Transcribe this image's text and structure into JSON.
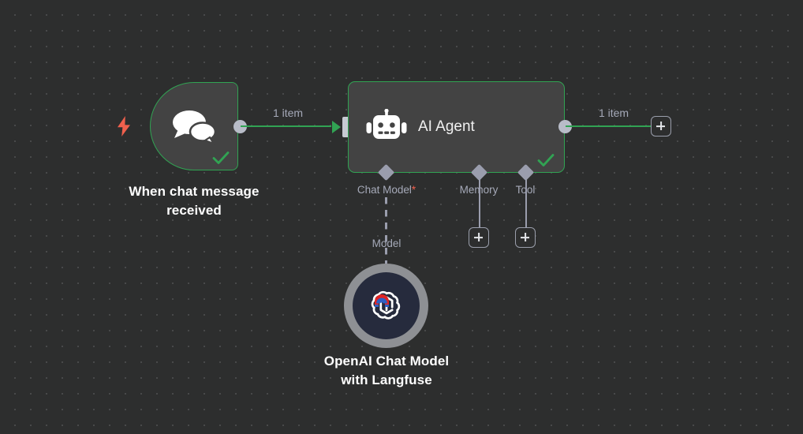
{
  "canvas": {
    "background_color": "#2d2e2e",
    "dot_color": "#48494a",
    "accent_success": "#31a353",
    "accent_trigger": "#f0604d",
    "connector_color": "#9a9dad",
    "label_color": "#a5a9b8"
  },
  "nodes": {
    "trigger": {
      "label": "When chat message\nreceived",
      "icon": "chat-bubbles-icon",
      "status_icon": "check-icon",
      "trigger_icon": "lightning-bolt-icon",
      "border_color": "#31a353"
    },
    "agent": {
      "title": "AI Agent",
      "icon": "robot-icon",
      "status_icon": "check-icon",
      "border_color": "#31a353"
    },
    "chat_model": {
      "label": "OpenAI Chat Model\nwith Langfuse",
      "icon": "openai-logo-icon",
      "badge_icon": "langfuse-logo-icon"
    }
  },
  "connections": {
    "trigger_to_agent_label": "1 item",
    "agent_to_next_label": "1 item",
    "model_link_label": "Model"
  },
  "sub_connectors": {
    "chat_model": {
      "label": "Chat Model",
      "required_marker": "*"
    },
    "memory": {
      "label": "Memory"
    },
    "tool": {
      "label": "Tool"
    }
  },
  "buttons": {
    "add_main": "+",
    "add_memory": "+",
    "add_tool": "+"
  }
}
